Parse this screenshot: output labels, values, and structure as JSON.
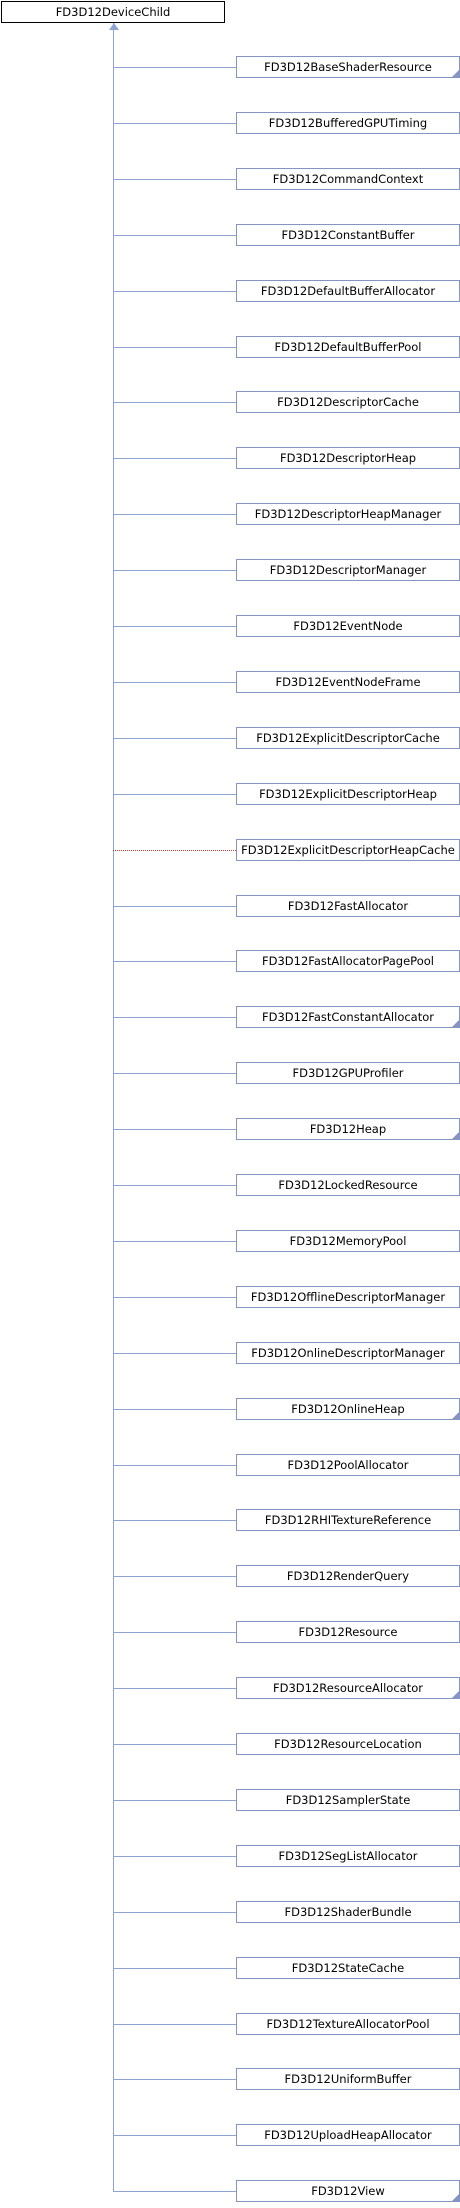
{
  "root": {
    "label": "FD3D12DeviceChild"
  },
  "children": [
    {
      "label": "FD3D12BaseShaderResource",
      "more": true,
      "dotted": false
    },
    {
      "label": "FD3D12BufferedGPUTiming",
      "more": false,
      "dotted": false
    },
    {
      "label": "FD3D12CommandContext",
      "more": false,
      "dotted": false
    },
    {
      "label": "FD3D12ConstantBuffer",
      "more": false,
      "dotted": false
    },
    {
      "label": "FD3D12DefaultBufferAllocator",
      "more": false,
      "dotted": false
    },
    {
      "label": "FD3D12DefaultBufferPool",
      "more": false,
      "dotted": false
    },
    {
      "label": "FD3D12DescriptorCache",
      "more": false,
      "dotted": false
    },
    {
      "label": "FD3D12DescriptorHeap",
      "more": false,
      "dotted": false
    },
    {
      "label": "FD3D12DescriptorHeapManager",
      "more": false,
      "dotted": false
    },
    {
      "label": "FD3D12DescriptorManager",
      "more": false,
      "dotted": false
    },
    {
      "label": "FD3D12EventNode",
      "more": false,
      "dotted": false
    },
    {
      "label": "FD3D12EventNodeFrame",
      "more": false,
      "dotted": false
    },
    {
      "label": "FD3D12ExplicitDescriptorCache",
      "more": false,
      "dotted": false
    },
    {
      "label": "FD3D12ExplicitDescriptorHeap",
      "more": false,
      "dotted": false
    },
    {
      "label": "FD3D12ExplicitDescriptorHeapCache",
      "more": false,
      "dotted": true
    },
    {
      "label": "FD3D12FastAllocator",
      "more": false,
      "dotted": false
    },
    {
      "label": "FD3D12FastAllocatorPagePool",
      "more": false,
      "dotted": false
    },
    {
      "label": "FD3D12FastConstantAllocator",
      "more": true,
      "dotted": false
    },
    {
      "label": "FD3D12GPUProfiler",
      "more": false,
      "dotted": false
    },
    {
      "label": "FD3D12Heap",
      "more": true,
      "dotted": false
    },
    {
      "label": "FD3D12LockedResource",
      "more": false,
      "dotted": false
    },
    {
      "label": "FD3D12MemoryPool",
      "more": false,
      "dotted": false
    },
    {
      "label": "FD3D12OfflineDescriptorManager",
      "more": false,
      "dotted": false
    },
    {
      "label": "FD3D12OnlineDescriptorManager",
      "more": false,
      "dotted": false
    },
    {
      "label": "FD3D12OnlineHeap",
      "more": true,
      "dotted": false
    },
    {
      "label": "FD3D12PoolAllocator",
      "more": false,
      "dotted": false
    },
    {
      "label": "FD3D12RHITextureReference",
      "more": false,
      "dotted": false
    },
    {
      "label": "FD3D12RenderQuery",
      "more": false,
      "dotted": false
    },
    {
      "label": "FD3D12Resource",
      "more": false,
      "dotted": false
    },
    {
      "label": "FD3D12ResourceAllocator",
      "more": true,
      "dotted": false
    },
    {
      "label": "FD3D12ResourceLocation",
      "more": false,
      "dotted": false
    },
    {
      "label": "FD3D12SamplerState",
      "more": false,
      "dotted": false
    },
    {
      "label": "FD3D12SegListAllocator",
      "more": false,
      "dotted": false
    },
    {
      "label": "FD3D12ShaderBundle",
      "more": false,
      "dotted": false
    },
    {
      "label": "FD3D12StateCache",
      "more": false,
      "dotted": false
    },
    {
      "label": "FD3D12TextureAllocatorPool",
      "more": false,
      "dotted": false
    },
    {
      "label": "FD3D12UniformBuffer",
      "more": false,
      "dotted": false
    },
    {
      "label": "FD3D12UploadHeapAllocator",
      "more": false,
      "dotted": false
    },
    {
      "label": "FD3D12View",
      "more": true,
      "dotted": false
    }
  ]
}
